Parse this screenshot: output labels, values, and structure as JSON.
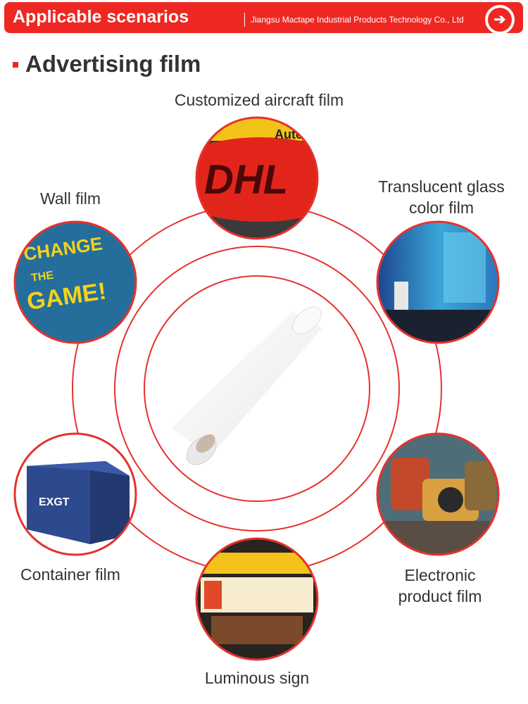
{
  "header": {
    "title": "Applicable scenarios",
    "company": "Jiangsu Mactape Industrial Products Technology Co., Ltd",
    "arrow_icon": "arrow-right-icon"
  },
  "section": {
    "title": "Advertising film"
  },
  "center_product": "film-roll-image",
  "scenarios": [
    {
      "label": "Customized aircraft film"
    },
    {
      "label": "Translucent glass color film"
    },
    {
      "label": "Electronic product film"
    },
    {
      "label": "Luminous sign"
    },
    {
      "label": "Container film"
    },
    {
      "label": "Wall film"
    }
  ],
  "accent_color": "#ee2722"
}
